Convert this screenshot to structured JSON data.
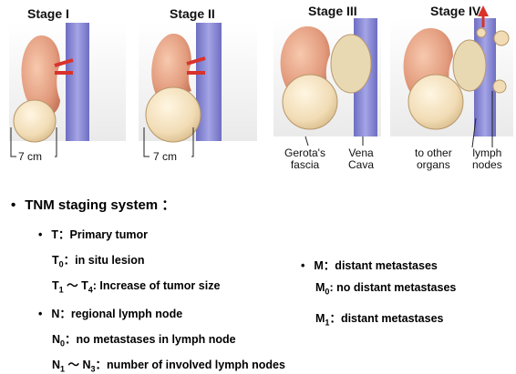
{
  "stages": [
    {
      "title": "Stage I",
      "size_label": "7 cm"
    },
    {
      "title": "Stage II",
      "size_label": "7 cm"
    },
    {
      "title": "Stage III",
      "labels": [
        "Gerota's",
        "fascia",
        "Vena",
        "Cava"
      ]
    },
    {
      "title": "Stage IV",
      "labels": [
        "to other",
        "organs",
        "lymph",
        "nodes"
      ]
    }
  ],
  "tnm": {
    "heading": "TNM staging system ：",
    "T": {
      "head": "T：Primary tumor",
      "t0_sym": "T",
      "t0_sub": "0",
      "t0_text": "：in situ lesion",
      "t1_sym": "T",
      "t1_sub": "1",
      "t1_mid": " ～ T",
      "t1_sub2": "4",
      "t1_text": ": Increase of tumor size"
    },
    "N": {
      "head": "N：regional lymph node",
      "n0_sym": "N",
      "n0_sub": "0",
      "n0_text": "：no metastases in lymph node",
      "n1_sym": "N",
      "n1_sub": "1",
      "n1_mid": " ～ N",
      "n1_sub2": "3",
      "n1_text": "：number of involved lymph nodes"
    },
    "M": {
      "head": "M：distant metastases",
      "m0_sym": "M",
      "m0_sub": "0",
      "m0_text": ": no distant metastases",
      "m1_sym": "M",
      "m1_sub": "1",
      "m1_text": "：distant metastases"
    }
  },
  "colors": {
    "kidney": "#e9a88a",
    "vessel": "#8f8fd6",
    "tumor": "#f4e3c4",
    "artery": "#d9322c"
  }
}
